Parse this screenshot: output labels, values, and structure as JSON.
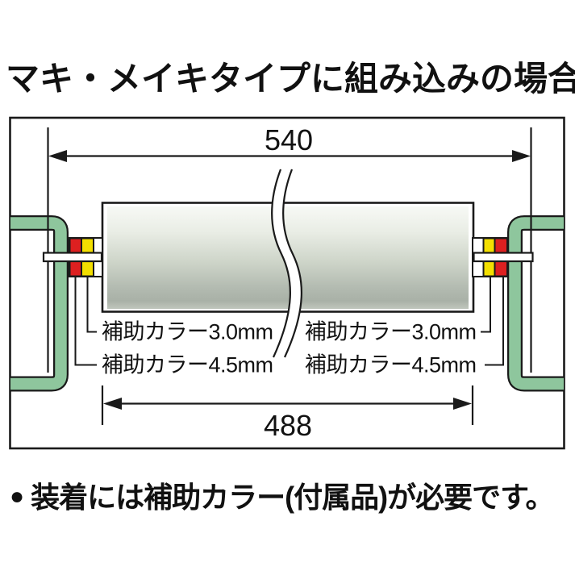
{
  "title": "マキ・メイキタイプに組み込みの場合",
  "diagram": {
    "overall_length": "540",
    "tube_length": "488",
    "labels": {
      "left_30": "補助カラー3.0mm",
      "left_45": "補助カラー4.5mm",
      "right_30": "補助カラー3.0mm",
      "right_45": "補助カラー4.5mm"
    },
    "colors": {
      "frame_green": "#8ec69d",
      "collar_red": "#dd2020",
      "collar_yellow": "#f3df00",
      "outline": "#1a1a1a"
    }
  },
  "footer": {
    "bullet": "●",
    "note": "装着には補助カラー(付属品)が必要です。"
  }
}
